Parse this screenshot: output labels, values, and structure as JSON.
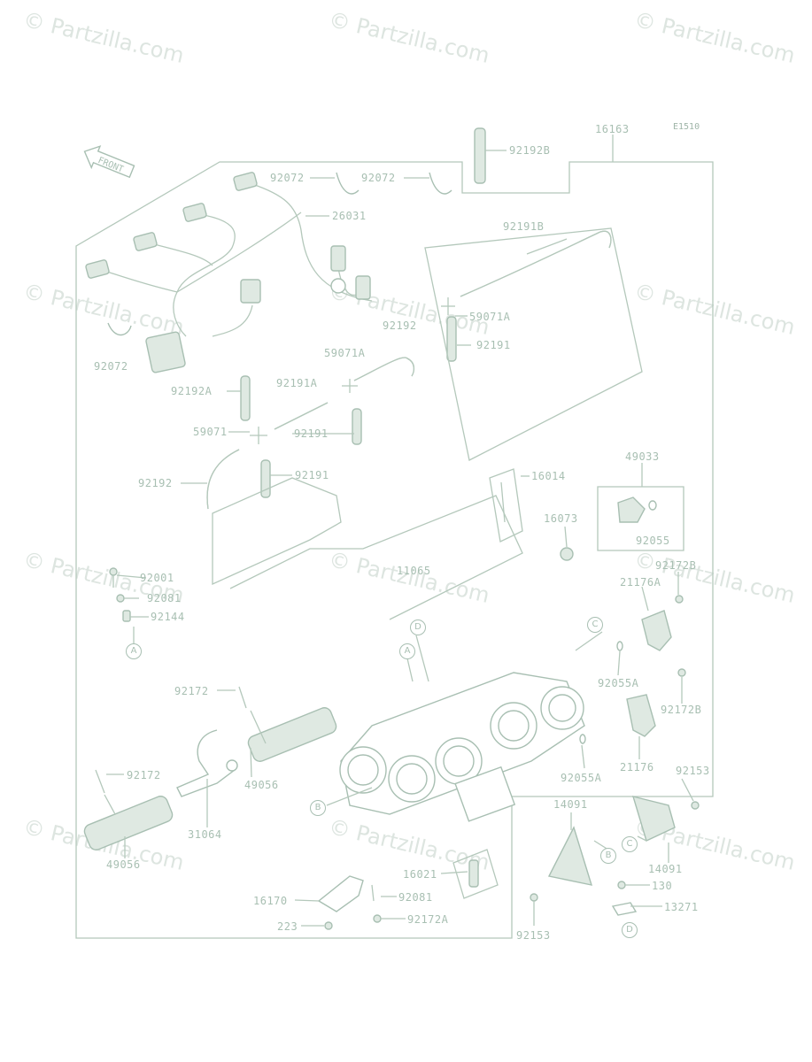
{
  "watermark": "© Partzilla.com",
  "diagram_code": "E1510",
  "front_label": "FRONT",
  "part_labels": {
    "p16163": "16163",
    "p92192B": "92192B",
    "p92072a": "92072",
    "p92072b": "92072",
    "p92072c": "92072",
    "p26031": "26031",
    "p92191B": "92191B",
    "p59071A_a": "59071A",
    "p92192": "92192",
    "p92191_a": "92191",
    "p59071A_b": "59071A",
    "p92192A": "92192A",
    "p92191A": "92191A",
    "p59071": "59071",
    "p92191_b": "92191",
    "p92192_b": "92192",
    "p92191_c": "92191",
    "p16014": "16014",
    "p49033": "49033",
    "p16073": "16073",
    "p92055": "92055",
    "p11065": "11065",
    "p92001": "92001",
    "p92081_a": "92081",
    "p92144": "92144",
    "p92172B_a": "92172B",
    "p21176A": "21176A",
    "p92055A_a": "92055A",
    "p92172_a": "92172",
    "p92172B_b": "92172B",
    "p49056_a": "49056",
    "p92172_b": "92172",
    "p31064": "31064",
    "p49056_b": "49056",
    "p92055A_b": "92055A",
    "p21176": "21176",
    "p92153_a": "92153",
    "p14091_a": "14091",
    "p14091_b": "14091",
    "p16021": "16021",
    "p16170": "16170",
    "p92081_b": "92081",
    "p223": "223",
    "p92172A": "92172A",
    "p130": "130",
    "p13271": "13271",
    "p92153_b": "92153"
  },
  "callouts": {
    "A1": "A",
    "A2": "A",
    "B1": "B",
    "B2": "B",
    "C1": "C",
    "C2": "C",
    "D1": "D",
    "D2": "D"
  }
}
